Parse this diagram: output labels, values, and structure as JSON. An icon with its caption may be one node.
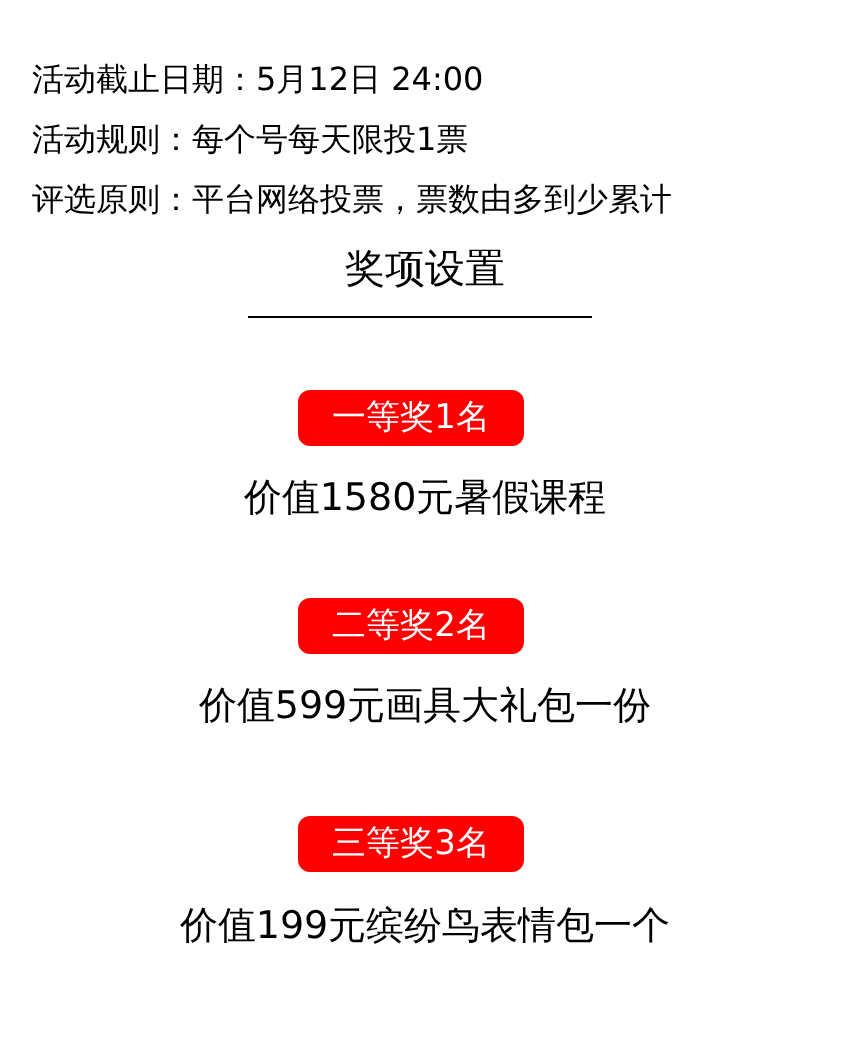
{
  "diagram": {
    "title": "奖项设置",
    "nodes": [
      {
        "text": [
          "一等奖1名"
        ],
        "beside": [
          "价值1580元暑假课程"
        ]
      },
      {
        "text": [
          "二等奖2名"
        ],
        "beside": [
          "价值599元画具大礼包一份"
        ]
      },
      {
        "text": [
          "三等奖3名"
        ],
        "beside": [
          "价值199元缤纷鸟表情包一个"
        ]
      }
    ],
    "labels": [
      "活动截止日期：5月12日 24:00",
      "活动规则：每个号每天限投1票",
      "评选原则：平台网络投票，票数由多到少累计"
    ]
  }
}
